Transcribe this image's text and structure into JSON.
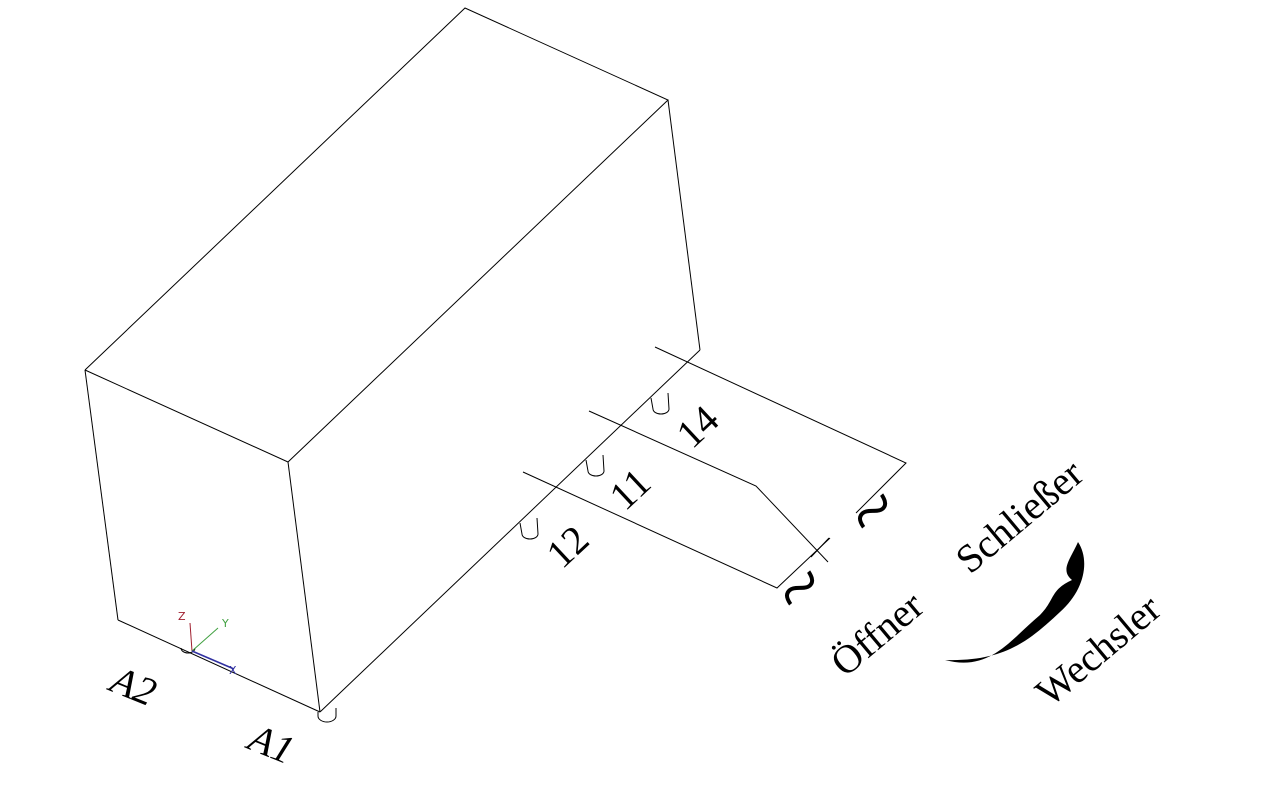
{
  "diagram": {
    "coil_terminals": [
      "A1",
      "A2"
    ],
    "contact_terminals": [
      "14",
      "11",
      "12"
    ],
    "contact_labels": {
      "normally_closed": "Öffner",
      "normally_open": "Schließer",
      "changeover": "Wechsler"
    },
    "ucs_icon": {
      "x": "X",
      "y": "Y",
      "z": "Z"
    },
    "colors": {
      "x_axis": "#3030a0",
      "y_axis": "#40a040",
      "z_axis": "#a02030",
      "lines": "#000000"
    }
  }
}
